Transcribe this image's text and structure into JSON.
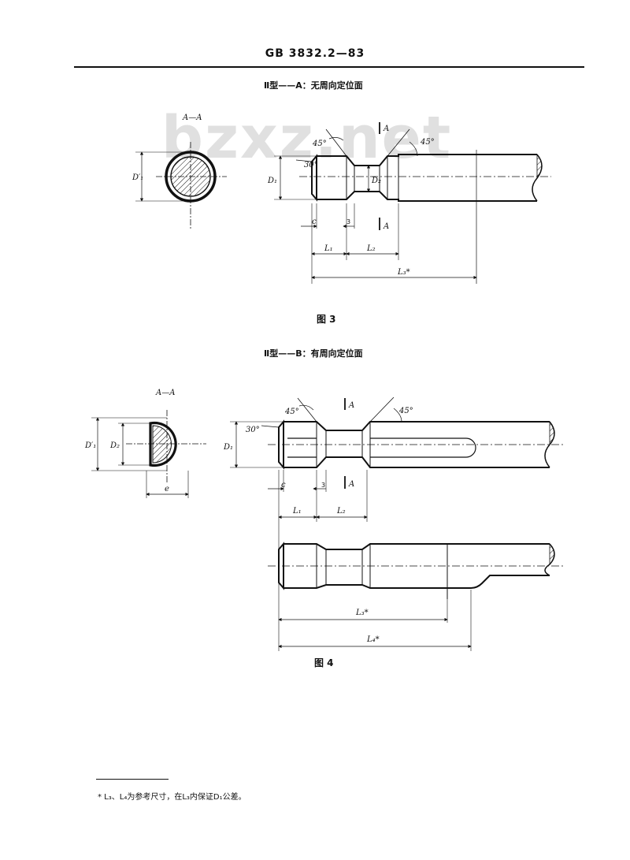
{
  "header": {
    "standard_number": "GB 3832.2—83"
  },
  "watermark": {
    "text": "bzxz.net"
  },
  "figure3": {
    "caption": "Ⅱ型——A：无周向定位面",
    "label": "图 3",
    "section_label": "A—A",
    "dims": {
      "d1_prime": "D′₁",
      "d1": "D₁",
      "d2": "D₂",
      "angle_30": "30°",
      "angle_45_left": "45°",
      "angle_45_right": "45°",
      "section_mark": "A",
      "c": "c",
      "three": "3",
      "l1": "L₁",
      "l2": "L₂",
      "l3": "L₃*"
    }
  },
  "figure4": {
    "caption": "Ⅱ型——B：有周向定位面",
    "label": "图 4",
    "section_label": "A—A",
    "dims": {
      "d1_prime": "D′₁",
      "d2": "D₂",
      "e": "e",
      "d1": "D₁",
      "angle_30": "30°",
      "angle_45_left": "45°",
      "angle_45_right": "45°",
      "section_mark": "A",
      "c": "c",
      "three": "3",
      "l1": "L₁",
      "l2": "L₂",
      "l3": "L₃*",
      "l4": "L₄*"
    }
  },
  "footnote": {
    "text": "* L₃、L₄为参考尺寸，在L₃内保证D₁公差。"
  }
}
